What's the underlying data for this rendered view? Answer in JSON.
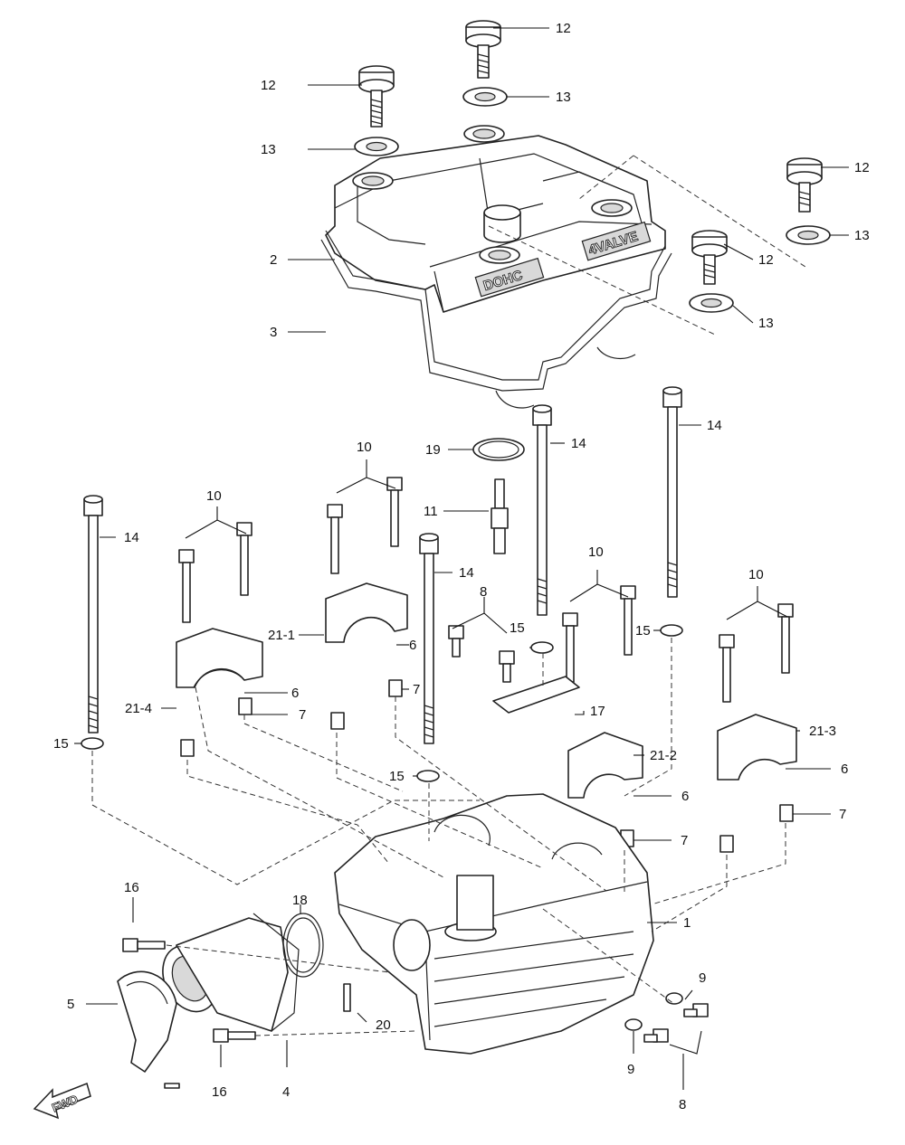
{
  "diagram": {
    "embossed": {
      "dohc": "DOHC",
      "four_valve": "4VALVE"
    },
    "direction_arrow": "FWD",
    "callouts": [
      {
        "id": "c12a",
        "text": "12"
      },
      {
        "id": "c12b",
        "text": "12"
      },
      {
        "id": "c12c",
        "text": "12"
      },
      {
        "id": "c12d",
        "text": "12"
      },
      {
        "id": "c13a",
        "text": "13"
      },
      {
        "id": "c13b",
        "text": "13"
      },
      {
        "id": "c13c",
        "text": "13"
      },
      {
        "id": "c13d",
        "text": "13"
      },
      {
        "id": "c2",
        "text": "2"
      },
      {
        "id": "c3",
        "text": "3"
      },
      {
        "id": "c14a",
        "text": "14"
      },
      {
        "id": "c14b",
        "text": "14"
      },
      {
        "id": "c14c",
        "text": "14"
      },
      {
        "id": "c14d",
        "text": "14"
      },
      {
        "id": "c19",
        "text": "19"
      },
      {
        "id": "c10a",
        "text": "10"
      },
      {
        "id": "c10b",
        "text": "10"
      },
      {
        "id": "c10c",
        "text": "10"
      },
      {
        "id": "c10d",
        "text": "10"
      },
      {
        "id": "c11",
        "text": "11"
      },
      {
        "id": "c8a",
        "text": "8"
      },
      {
        "id": "c8b",
        "text": "8"
      },
      {
        "id": "c21-1",
        "text": "21-1"
      },
      {
        "id": "c21-2",
        "text": "21-2"
      },
      {
        "id": "c21-3",
        "text": "21-3"
      },
      {
        "id": "c21-4",
        "text": "21-4"
      },
      {
        "id": "c6a",
        "text": "6"
      },
      {
        "id": "c6b",
        "text": "6"
      },
      {
        "id": "c6c",
        "text": "6"
      },
      {
        "id": "c6d",
        "text": "6"
      },
      {
        "id": "c7a",
        "text": "7"
      },
      {
        "id": "c7b",
        "text": "7"
      },
      {
        "id": "c7c",
        "text": "7"
      },
      {
        "id": "c7d",
        "text": "7"
      },
      {
        "id": "c15a",
        "text": "15"
      },
      {
        "id": "c15b",
        "text": "15"
      },
      {
        "id": "c15c",
        "text": "15"
      },
      {
        "id": "c15d",
        "text": "15"
      },
      {
        "id": "c17",
        "text": "17"
      },
      {
        "id": "c16a",
        "text": "16"
      },
      {
        "id": "c16b",
        "text": "16"
      },
      {
        "id": "c18",
        "text": "18"
      },
      {
        "id": "c1",
        "text": "1"
      },
      {
        "id": "c5",
        "text": "5"
      },
      {
        "id": "c20",
        "text": "20"
      },
      {
        "id": "c4",
        "text": "4"
      },
      {
        "id": "c9a",
        "text": "9"
      },
      {
        "id": "c9b",
        "text": "9"
      }
    ]
  }
}
